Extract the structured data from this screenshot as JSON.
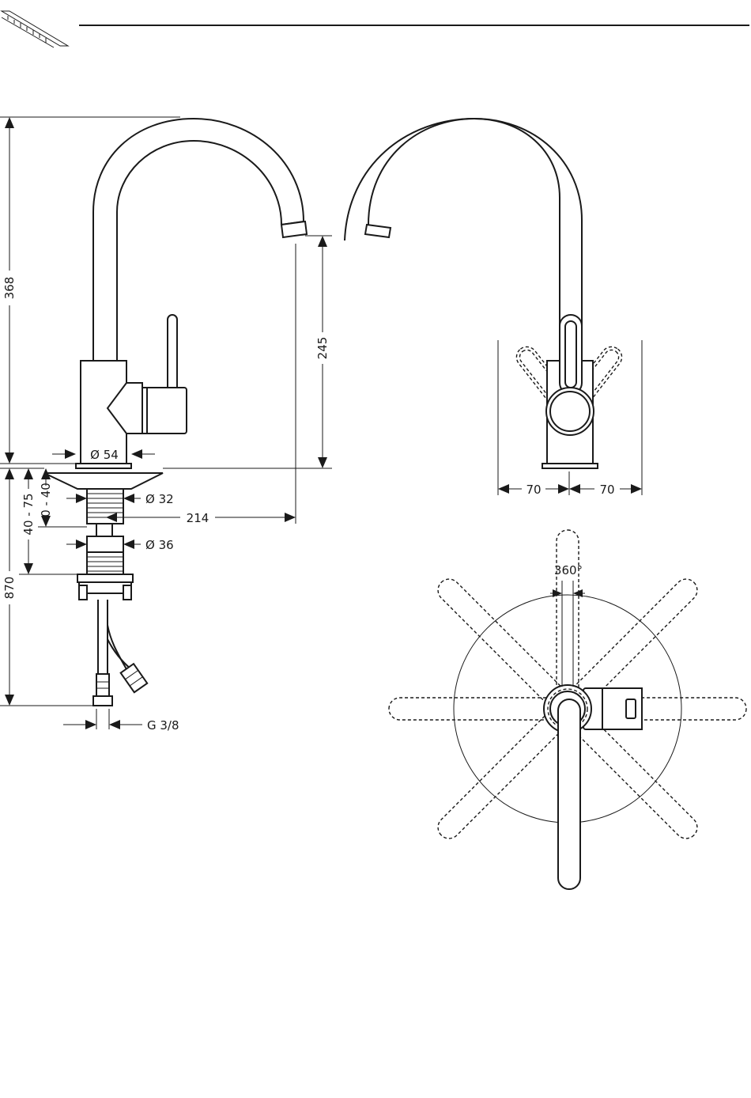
{
  "colors": {
    "ink": "#1a1a1a",
    "paper": "#ffffff"
  },
  "header": {
    "icon": "ruler-icon"
  },
  "dimensions": {
    "total_height_label": "368",
    "spout_height_label": "245",
    "base_diameter_label": "Ø 54",
    "shank_diameter_label": "Ø 32",
    "spout_reach_label": "214",
    "thread_diameter_label": "Ø 36",
    "counter_thickness_label": "0 - 40",
    "mount_range_label": "40 - 75",
    "hose_length_label": "870",
    "connection_label": "G 3/8",
    "lever_left_label": "70",
    "lever_right_label": "70",
    "rotation_label": "360°"
  }
}
